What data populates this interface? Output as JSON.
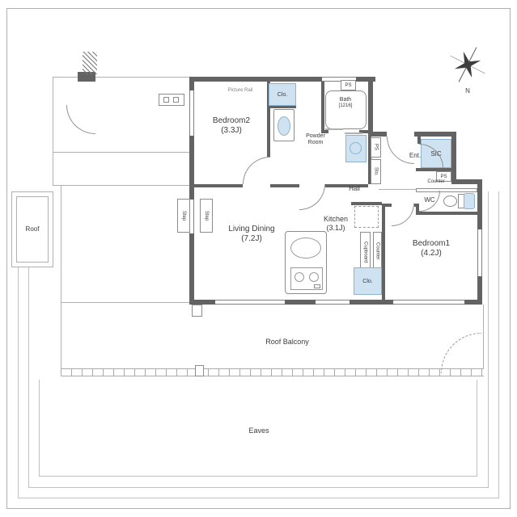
{
  "compass": {
    "north_label": "N"
  },
  "rooms": {
    "bedroom2": {
      "name": "Bedroom2",
      "size": "(3.3J)"
    },
    "bedroom1": {
      "name": "Bedroom1",
      "size": "(4.2J)"
    },
    "living_dining": {
      "name": "Living Dining",
      "size": "(7.2J)"
    },
    "kitchen": {
      "name": "Kitchen",
      "size": "(3.1J)"
    },
    "bath": {
      "name": "Bath",
      "size": "[1216]"
    },
    "powder_room": {
      "line1": "Powder",
      "line2": "Room"
    },
    "hall": {
      "name": "Hall"
    },
    "entrance": {
      "name": "Ent."
    },
    "sic": {
      "name": "SIC"
    },
    "wc": {
      "name": "WC"
    }
  },
  "labels": {
    "picture_rail": "Picture Rail",
    "closet": "Clo.",
    "pipe_space": "PS",
    "storage": "Sto.",
    "step": "Step",
    "counter": "Counter",
    "cupboard": "Cupboard",
    "roof": "Roof",
    "roof_balcony": "Roof Balcony",
    "eaves": "Eaves"
  },
  "colors": {
    "wall": "#636363",
    "thin_line": "#b0b0b0",
    "fixture_fill": "#cfe2f2",
    "fixture_border": "#8fb3cd",
    "text": "#3c3c3c"
  },
  "icons": {
    "compass": "compass-star-icon",
    "meter_box": "meter-box-icon",
    "bathtub": "bathtub-icon",
    "washer": "washing-machine-icon",
    "vanity_sink": "vanity-sink-icon",
    "kitchen_sink": "kitchen-sink-icon",
    "stove": "stove-icon",
    "fridge": "refrigerator-icon",
    "toilet": "toilet-icon",
    "wash_basin": "wash-basin-icon"
  }
}
